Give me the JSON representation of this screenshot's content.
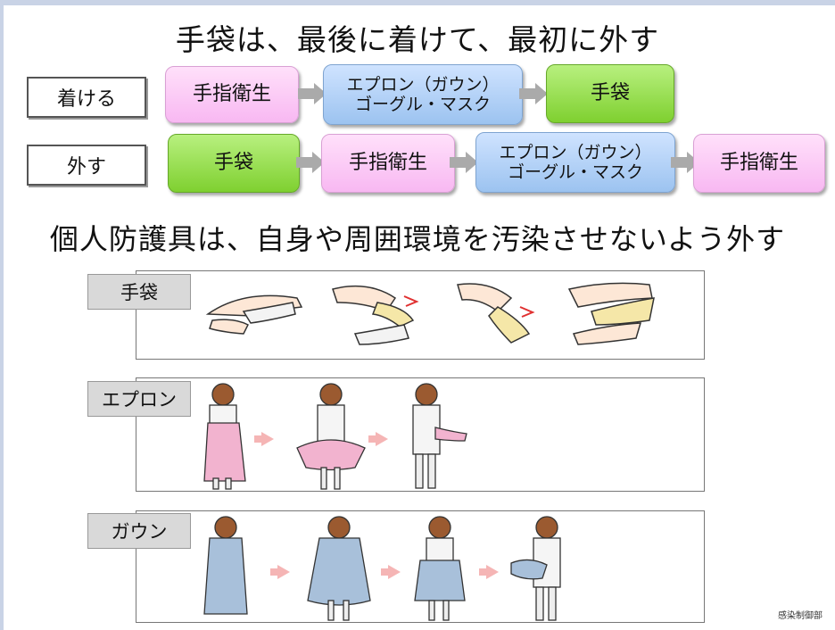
{
  "title": "手袋は、最後に着けて、最初に外す",
  "don": {
    "label": "着ける",
    "steps": [
      "手指衛生",
      "エプロン（ガウン）\nゴーグル・マスク",
      "手袋"
    ]
  },
  "doff": {
    "label": "外す",
    "steps": [
      "手袋",
      "手指衛生",
      "エプロン（ガウン）\nゴーグル・マスク",
      "手指衛生"
    ]
  },
  "subtitle": "個人防護具は、自身や周囲環境を汚染させないよう外す",
  "panels": [
    {
      "label": "手袋"
    },
    {
      "label": "エプロン"
    },
    {
      "label": "ガウン"
    }
  ],
  "credit": "感染制御部",
  "colors": {
    "hand_hygiene": "#f8b8f2",
    "apron_goggle_mask": "#9cc3f0",
    "gloves": "#7fd030",
    "flow_arrow": "#aaaaaa",
    "step_arrow": "#f5b5b5"
  }
}
